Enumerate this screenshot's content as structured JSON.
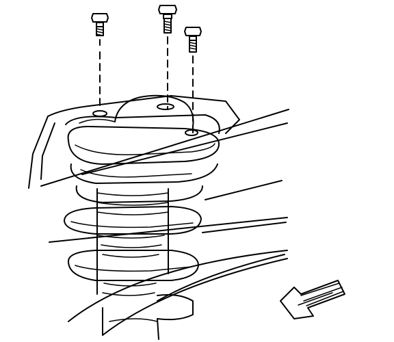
{
  "diagram": {
    "subject": "strut-assembly-mount-bolts",
    "bolt_count": 3,
    "direction_indicator": "front-of-vehicle-arrow",
    "colors": {
      "ink": "#000000",
      "paper": "#ffffff"
    }
  }
}
